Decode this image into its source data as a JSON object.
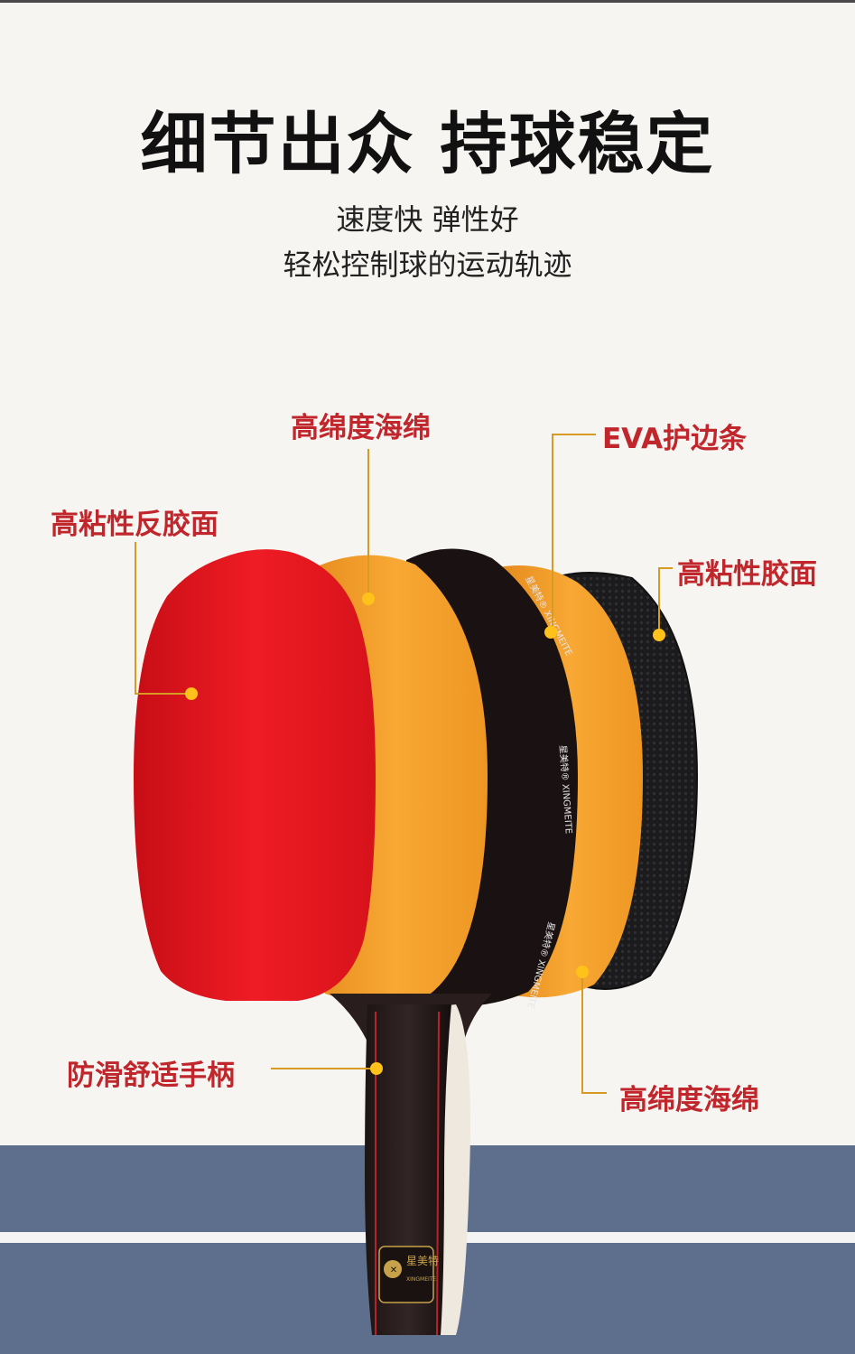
{
  "headline": "细节出众 持球稳定",
  "subtitle_line1": "速度快 弹性好",
  "subtitle_line2": "轻松控制球的运动轨迹",
  "labels": {
    "high_tack_reverse_rubber": "高粘性反胶面",
    "high_density_sponge_top": "高绵度海绵",
    "eva_edge_guard": "EVA护边条",
    "high_tack_rubber": "高粘性胶面",
    "anti_slip_handle": "防滑舒适手柄",
    "high_density_sponge_bottom": "高绵度海绵"
  },
  "brand": {
    "name_cn": "星美特",
    "name_en": "XINGMEITE",
    "edge_text": "星美特® XINGMEITE"
  },
  "colors": {
    "label_red": "#c0262c",
    "rubber_red": "#e4121e",
    "sponge_orange": "#f5a12d",
    "blade_black": "#1a1112",
    "table_blue": "#5d6f8c",
    "leader_line": "#d79a22"
  }
}
